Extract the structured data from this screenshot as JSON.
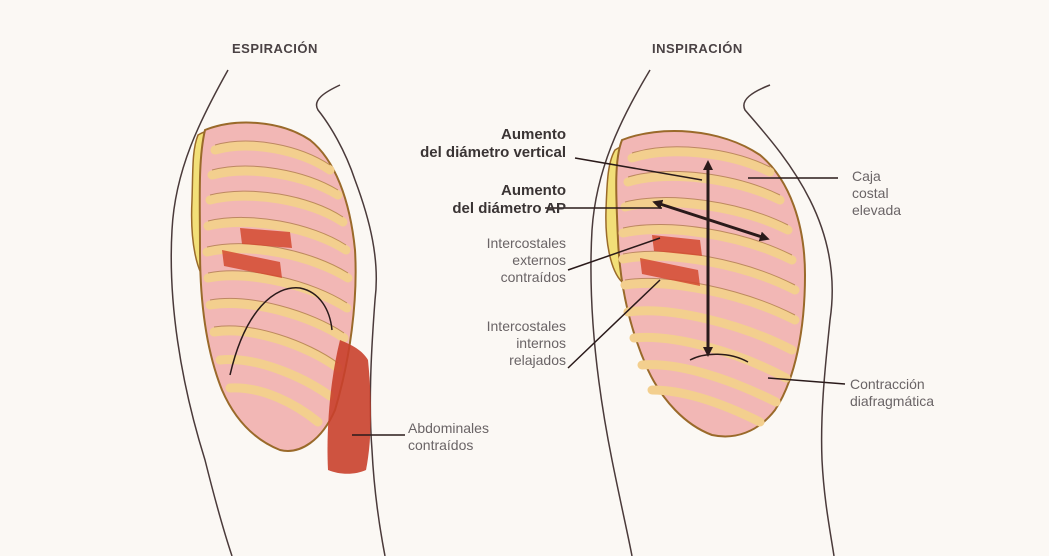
{
  "panels": {
    "left": {
      "title": "ESPIRACIÓN"
    },
    "right": {
      "title": "INSPIRACIÓN"
    }
  },
  "labels": {
    "vertical_line1": "Aumento",
    "vertical_line2": "del diámetro vertical",
    "ap_line1": "Aumento",
    "ap_line2": "del diámetro AP",
    "ext_line1": "Intercostales",
    "ext_line2": "externos",
    "ext_line3": "contraídos",
    "int_line1": "Intercostales",
    "int_line2": "internos",
    "int_line3": "relajados",
    "abd_line1": "Abdominales",
    "abd_line2": "contraídos",
    "caja_line1": "Caja",
    "caja_line2": "costal",
    "caja_line3": "elevada",
    "diaf_line1": "Contracción",
    "diaf_line2": "diafragmática"
  },
  "colors": {
    "bone": "#f3cf8e",
    "bone_outline": "#9a6a2a",
    "rib_interior": "#f2b7b5",
    "muscle": "#d44a30",
    "scapula": "#f2df78",
    "abdominal": "#c9402c",
    "body_outline": "#4a3a3a",
    "arrow": "#2a1a1a",
    "background": "#fbf8f4"
  }
}
